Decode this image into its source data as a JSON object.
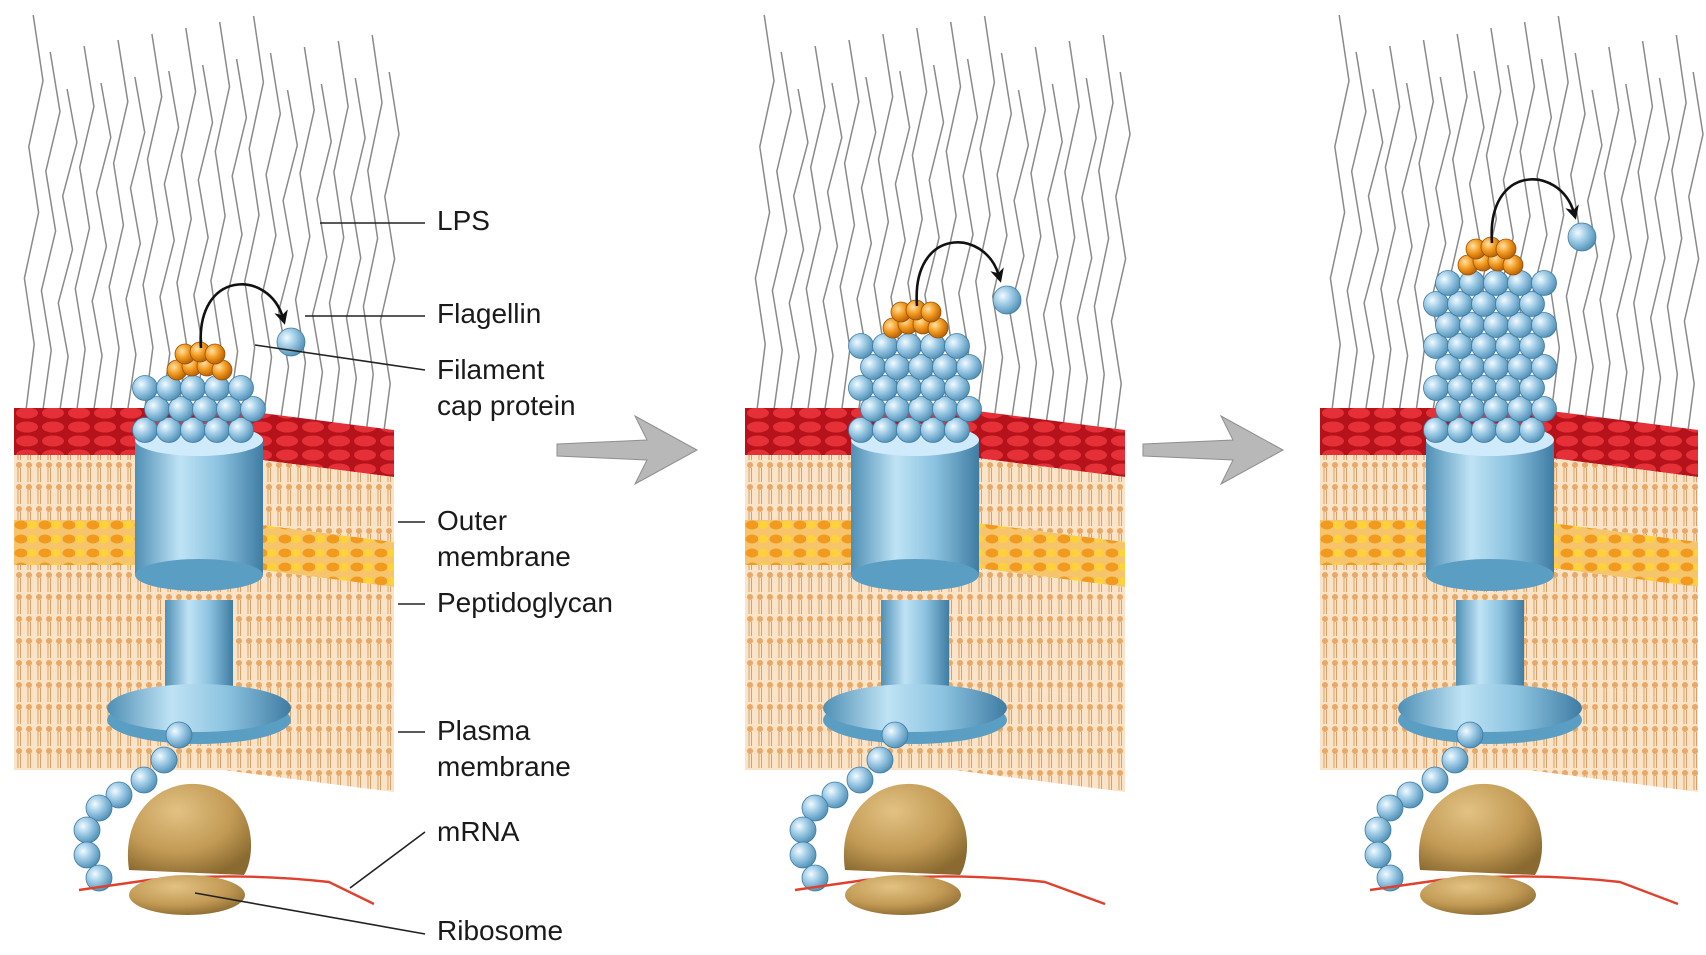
{
  "labels": {
    "lps": "LPS",
    "flagellin": "Flagellin",
    "filament_line1": "Filament",
    "filament_line2": "cap protein",
    "outer_line1": "Outer",
    "outer_line2": "membrane",
    "peptidoglycan": "Peptidoglycan",
    "plasma_line1": "Plasma",
    "plasma_line2": "membrane",
    "mrna": "mRNA",
    "ribosome": "Ribosome"
  },
  "stages": [
    {
      "filament_rows": 3
    },
    {
      "filament_rows": 5
    },
    {
      "filament_rows": 8
    }
  ],
  "colors": {
    "lps": "#8a8a8a",
    "outer_membrane_top": "#d8232a",
    "outer_membrane_lipid": "#f0c79a",
    "peptidoglycan": "#f2a51f",
    "basal_body": "#7fb9d8",
    "flagellin": "#9fcbe6",
    "cap_protein": "#f29a1e",
    "ribosome": "#c29a55",
    "mrna": "#e0402e"
  }
}
